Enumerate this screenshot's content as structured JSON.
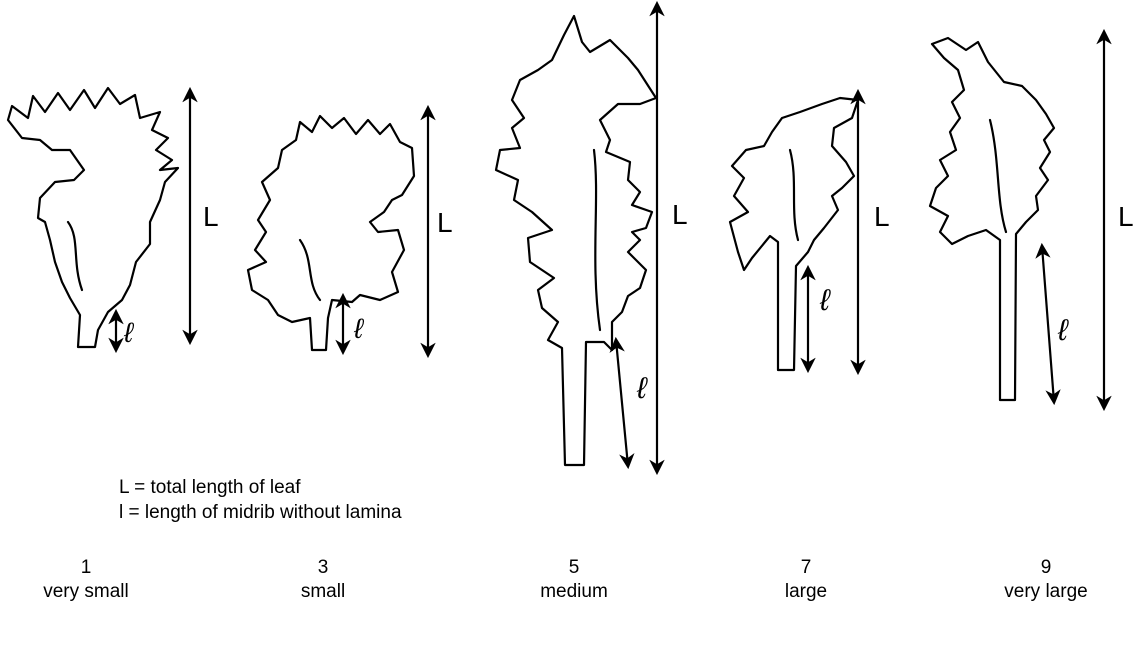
{
  "diagram": {
    "leaves": [
      {
        "id": "leaf-1",
        "label_total": "L",
        "label_midrib": "ℓ"
      },
      {
        "id": "leaf-3",
        "label_total": "L",
        "label_midrib": "ℓ"
      },
      {
        "id": "leaf-5",
        "label_total": "L",
        "label_midrib": "ℓ"
      },
      {
        "id": "leaf-7",
        "label_total": "L",
        "label_midrib": "ℓ"
      },
      {
        "id": "leaf-9",
        "label_total": "L",
        "label_midrib": "ℓ"
      }
    ],
    "stroke_color": "#000000"
  },
  "legend": {
    "total": "L = total length of leaf",
    "midrib": "l = length of midrib without lamina"
  },
  "scale": [
    {
      "code": "1",
      "label": "very small"
    },
    {
      "code": "3",
      "label": "small"
    },
    {
      "code": "5",
      "label": "medium"
    },
    {
      "code": "7",
      "label": "large"
    },
    {
      "code": "9",
      "label": "very large"
    }
  ]
}
